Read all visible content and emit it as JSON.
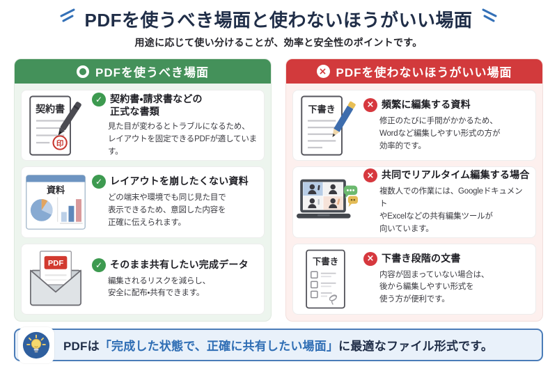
{
  "header": {
    "title": "PDFを使うべき場面と使わないほうがいい場面",
    "subtitle": "用途に応じて使い分けることが、効率と安全性のポイントです。"
  },
  "icons": {
    "check_glyph": "✓",
    "cross_glyph": "×"
  },
  "left_panel": {
    "heading": "PDFを使うべき場面",
    "items": [
      {
        "illustration": "contract-document-with-pen-and-stamp",
        "illustration_label": "契約書",
        "stamp_label": "印",
        "title": "契約書・請求書などの\n正式な書類",
        "description": "見た目が変わるとトラブルになるため、\nレイアウトを固定できるPDFが適しています。"
      },
      {
        "illustration": "slide-with-pie-and-bar-charts",
        "illustration_label": "資料",
        "title": "レイアウトを崩したくない資料",
        "description": "どの端末や環境でも同じ見た目で\n表示できるため、意図した内容を\n正確に伝えられます。"
      },
      {
        "illustration": "envelope-with-pdf-file",
        "badge_label": "PDF",
        "title": "そのまま共有したい完成データ",
        "description": "編集されるリスクを減らし、\n安全に配布・共有できます。"
      }
    ]
  },
  "right_panel": {
    "heading": "PDFを使わないほうがいい場面",
    "items": [
      {
        "illustration": "draft-document-with-pencil",
        "illustration_label": "下書き",
        "title": "頻繁に編集する資料",
        "description": "修正のたびに手間がかかるため、\nWordなど編集しやすい形式の方が\n効率的です。"
      },
      {
        "illustration": "laptop-video-call-with-chat-bubbles",
        "title": "共同でリアルタイム編集する場合",
        "description": "複数人での作業には、Googleドキュメント\nやExcelなどの共有編集ツールが\n向いています。"
      },
      {
        "illustration": "draft-checklist-with-scribble",
        "illustration_label": "下書き",
        "title": "下書き段階の文書",
        "description": "内容が固まっていない場合は、\n後から編集しやすい形式を\n使う方が便利です。"
      }
    ]
  },
  "footer": {
    "prefix": "PDFは",
    "highlight": "「完成した状態で、正確に共有したい場面」",
    "suffix": "に最適なファイル形式です。"
  },
  "colors": {
    "title_navy": "#202e48",
    "accent_blue": "#3370b7",
    "green_header": "#44915a",
    "green_panel_bg": "#edf5ee",
    "red_header": "#d23a3c",
    "red_panel_bg": "#fdf0ee",
    "check_green": "#3d9a50",
    "cross_red": "#d6383e",
    "footer_bg": "#e9f1fa",
    "footer_border": "#4a7cb8",
    "footer_highlight": "#2e6db4"
  }
}
